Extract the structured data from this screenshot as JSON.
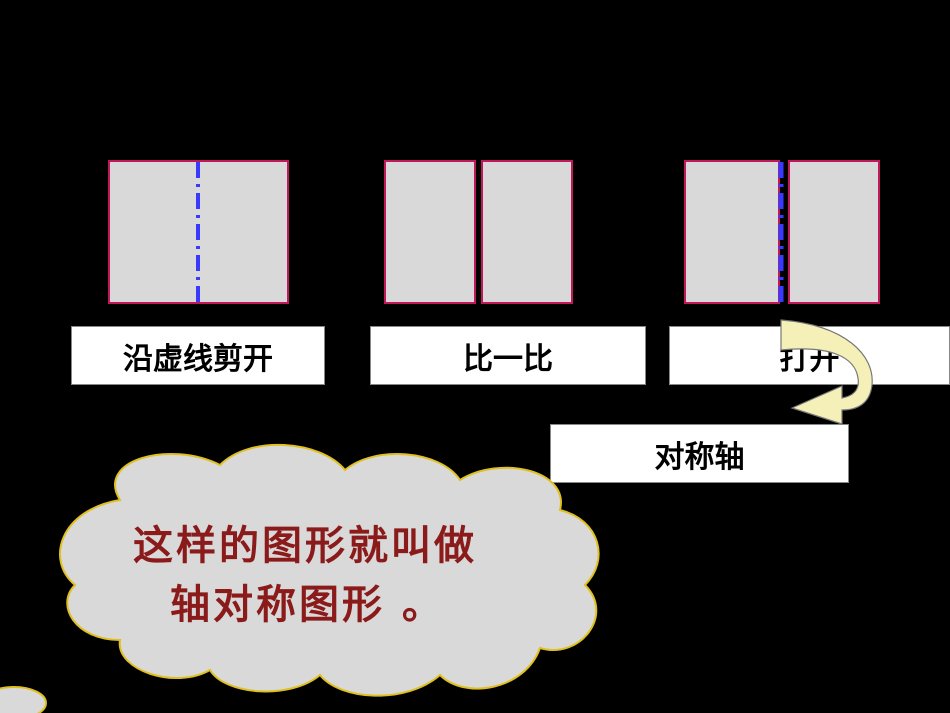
{
  "steps": {
    "cut": "沿虚线剪开",
    "compare": "比一比",
    "open": "打开"
  },
  "axis_label": "对称轴",
  "cloud": {
    "line1": "这样的图形就叫做",
    "line2": "轴对称图形  。"
  },
  "colors": {
    "background": "#000000",
    "sheet_fill": "#d9d9d9",
    "sheet_border": "#c0185a",
    "axis_line": "#3a3aff",
    "cloud_fill": "#d9d9d9",
    "cloud_border": "#e0c020",
    "cloud_text": "#8b1a1a",
    "arrow_fill": "#f5f0b8"
  }
}
